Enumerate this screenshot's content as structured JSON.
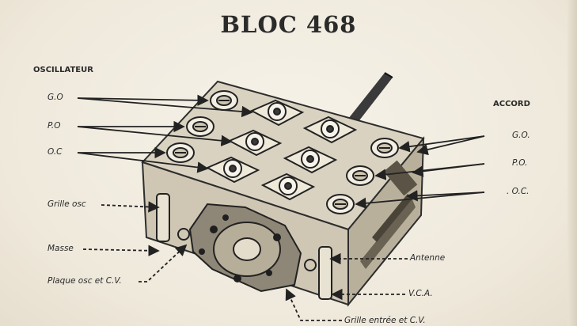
{
  "title": "BLOC 468",
  "left": {
    "heading": "OSCILLATEUR",
    "go": "G.O",
    "po": "P.O",
    "oc": "O.C",
    "grille_osc": "Grille osc",
    "masse": "Masse",
    "plaque": "Plaque osc et C.V."
  },
  "right": {
    "heading": "ACCORD",
    "go": "G.O.",
    "po": "P.O.",
    "oc": ". O.C.",
    "antenne": "Antenne",
    "vca": "V.C.A.",
    "grille_entree": "Grille entrée et C.V."
  }
}
